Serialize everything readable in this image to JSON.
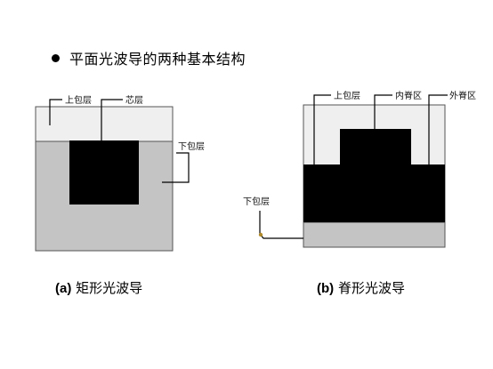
{
  "slide": {
    "title": "平面光波导的两种基本结构"
  },
  "diagram_a": {
    "labels": {
      "upper_cladding": "上包层",
      "core": "芯层",
      "lower_cladding": "下包层"
    },
    "caption_tag": "(a)",
    "caption_text": "矩形光波导"
  },
  "diagram_b": {
    "labels": {
      "upper_cladding": "上包层",
      "inner_ridge": "内脊区",
      "outer_ridge": "外脊区",
      "lower_cladding": "下包层"
    },
    "caption_tag": "(b)",
    "caption_text": "脊形光波导"
  },
  "colors": {
    "upper_cladding": "#efefef",
    "lower_cladding": "#c4c4c4",
    "core": "#000000",
    "outline": "#444444"
  }
}
